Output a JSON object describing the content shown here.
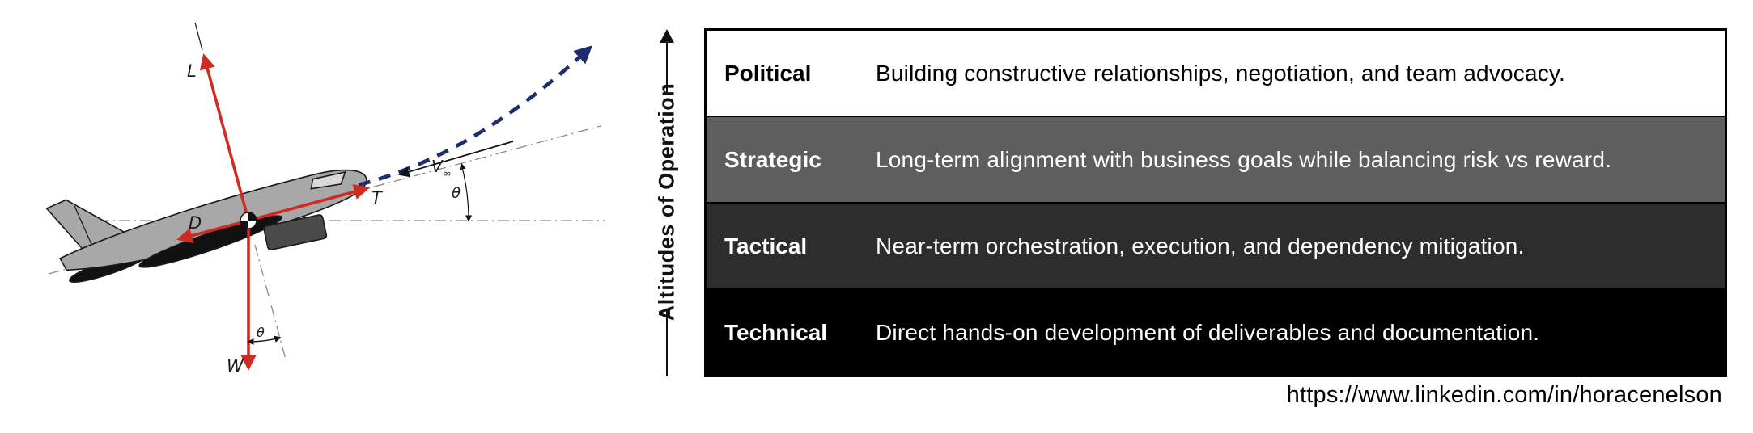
{
  "diagram": {
    "lift_label": "L",
    "drag_label": "D",
    "thrust_label": "T",
    "weight_label": "W",
    "velocity_label": "V",
    "velocity_subscript": "∞",
    "angle_label_flightpath": "θ",
    "angle_label_weight": "θ",
    "colors": {
      "force_arrow": "#d02b20",
      "trajectory": "#1f2d6e",
      "airframe": "#a8a8a8",
      "airframe_outline": "#1a1a1a",
      "engine": "#4a4a4a",
      "cockpit_window": "#d9d9d9",
      "reference_line": "#8a8a8a"
    }
  },
  "axis": {
    "label": "Altitudes of Operation"
  },
  "table": {
    "rows": [
      {
        "label": "Political",
        "description": "Building constructive relationships, negotiation, and team advocacy.",
        "bg": "#ffffff",
        "fg": "#000000"
      },
      {
        "label": "Strategic",
        "description": "Long-term alignment with business goals while balancing risk vs reward.",
        "bg": "#5e5e5e",
        "fg": "#ffffff"
      },
      {
        "label": "Tactical",
        "description": "Near-term orchestration, execution, and dependency mitigation.",
        "bg": "#2d2d2d",
        "fg": "#ffffff"
      },
      {
        "label": "Technical",
        "description": "Direct hands-on development of deliverables and documentation.",
        "bg": "#000000",
        "fg": "#ffffff"
      }
    ]
  },
  "footer": {
    "url": "https://www.linkedin.com/in/horacenelson"
  }
}
